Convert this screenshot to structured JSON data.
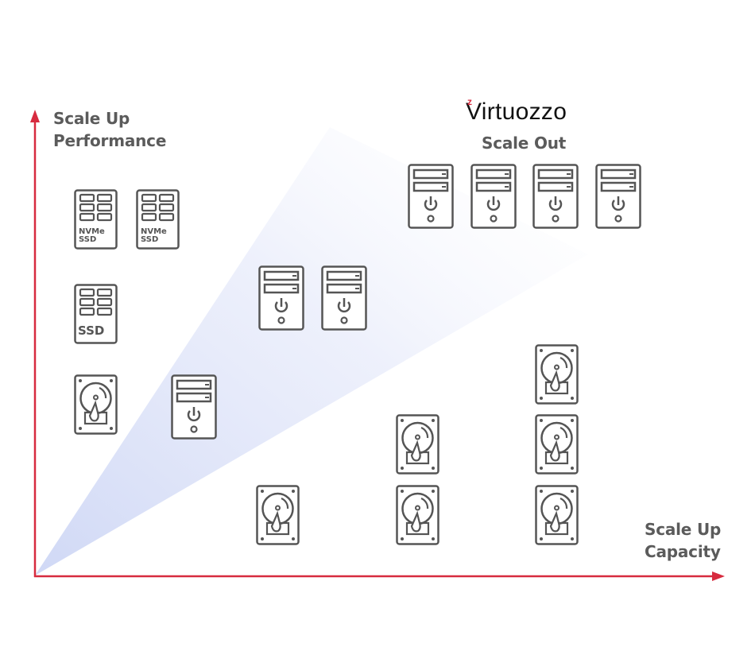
{
  "axes": {
    "y_label_line1": "Scale Up",
    "y_label_line2": "Performance",
    "x_label_line1": "Scale Up",
    "x_label_line2": "Capacity",
    "axis_color": "#d72b3f"
  },
  "brand": {
    "logo_text": "Virtuozzo",
    "logo_accent": "z",
    "accent_color": "#d72b3f",
    "caption": "Scale Out"
  },
  "icon_color": "#555555",
  "wedge_color": "#dde3f7",
  "icons": {
    "nvme_label_1": "NVMe",
    "nvme_label_2": "SSD",
    "ssd_label": "SSD"
  }
}
